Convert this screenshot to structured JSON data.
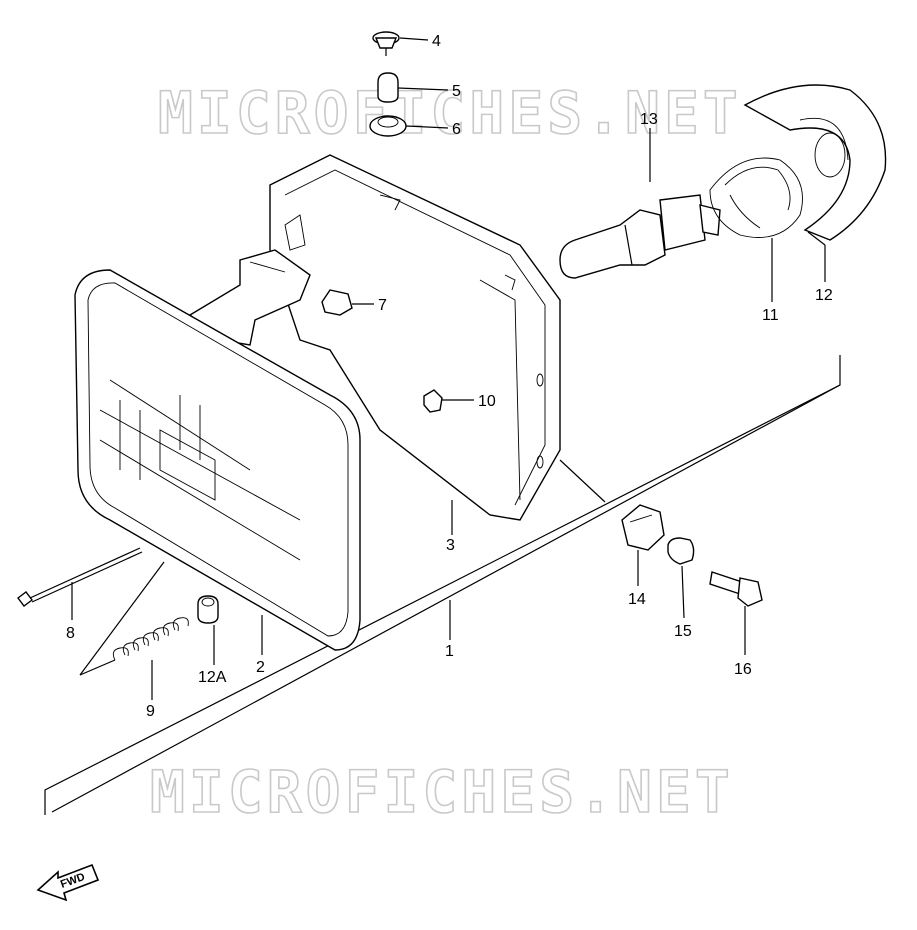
{
  "watermarks": [
    "MICROFICHES.NET",
    "MICROFICHES.NET"
  ],
  "callouts": {
    "p1": "1",
    "p2": "2",
    "p3": "3",
    "p4": "4",
    "p5": "5",
    "p6": "6",
    "p7": "7",
    "p8": "8",
    "p9": "9",
    "p10": "10",
    "p11": "11",
    "p12": "12",
    "p12a": "12A",
    "p13": "13",
    "p14": "14",
    "p15": "15",
    "p16": "16"
  },
  "fwd_label": "FWD"
}
